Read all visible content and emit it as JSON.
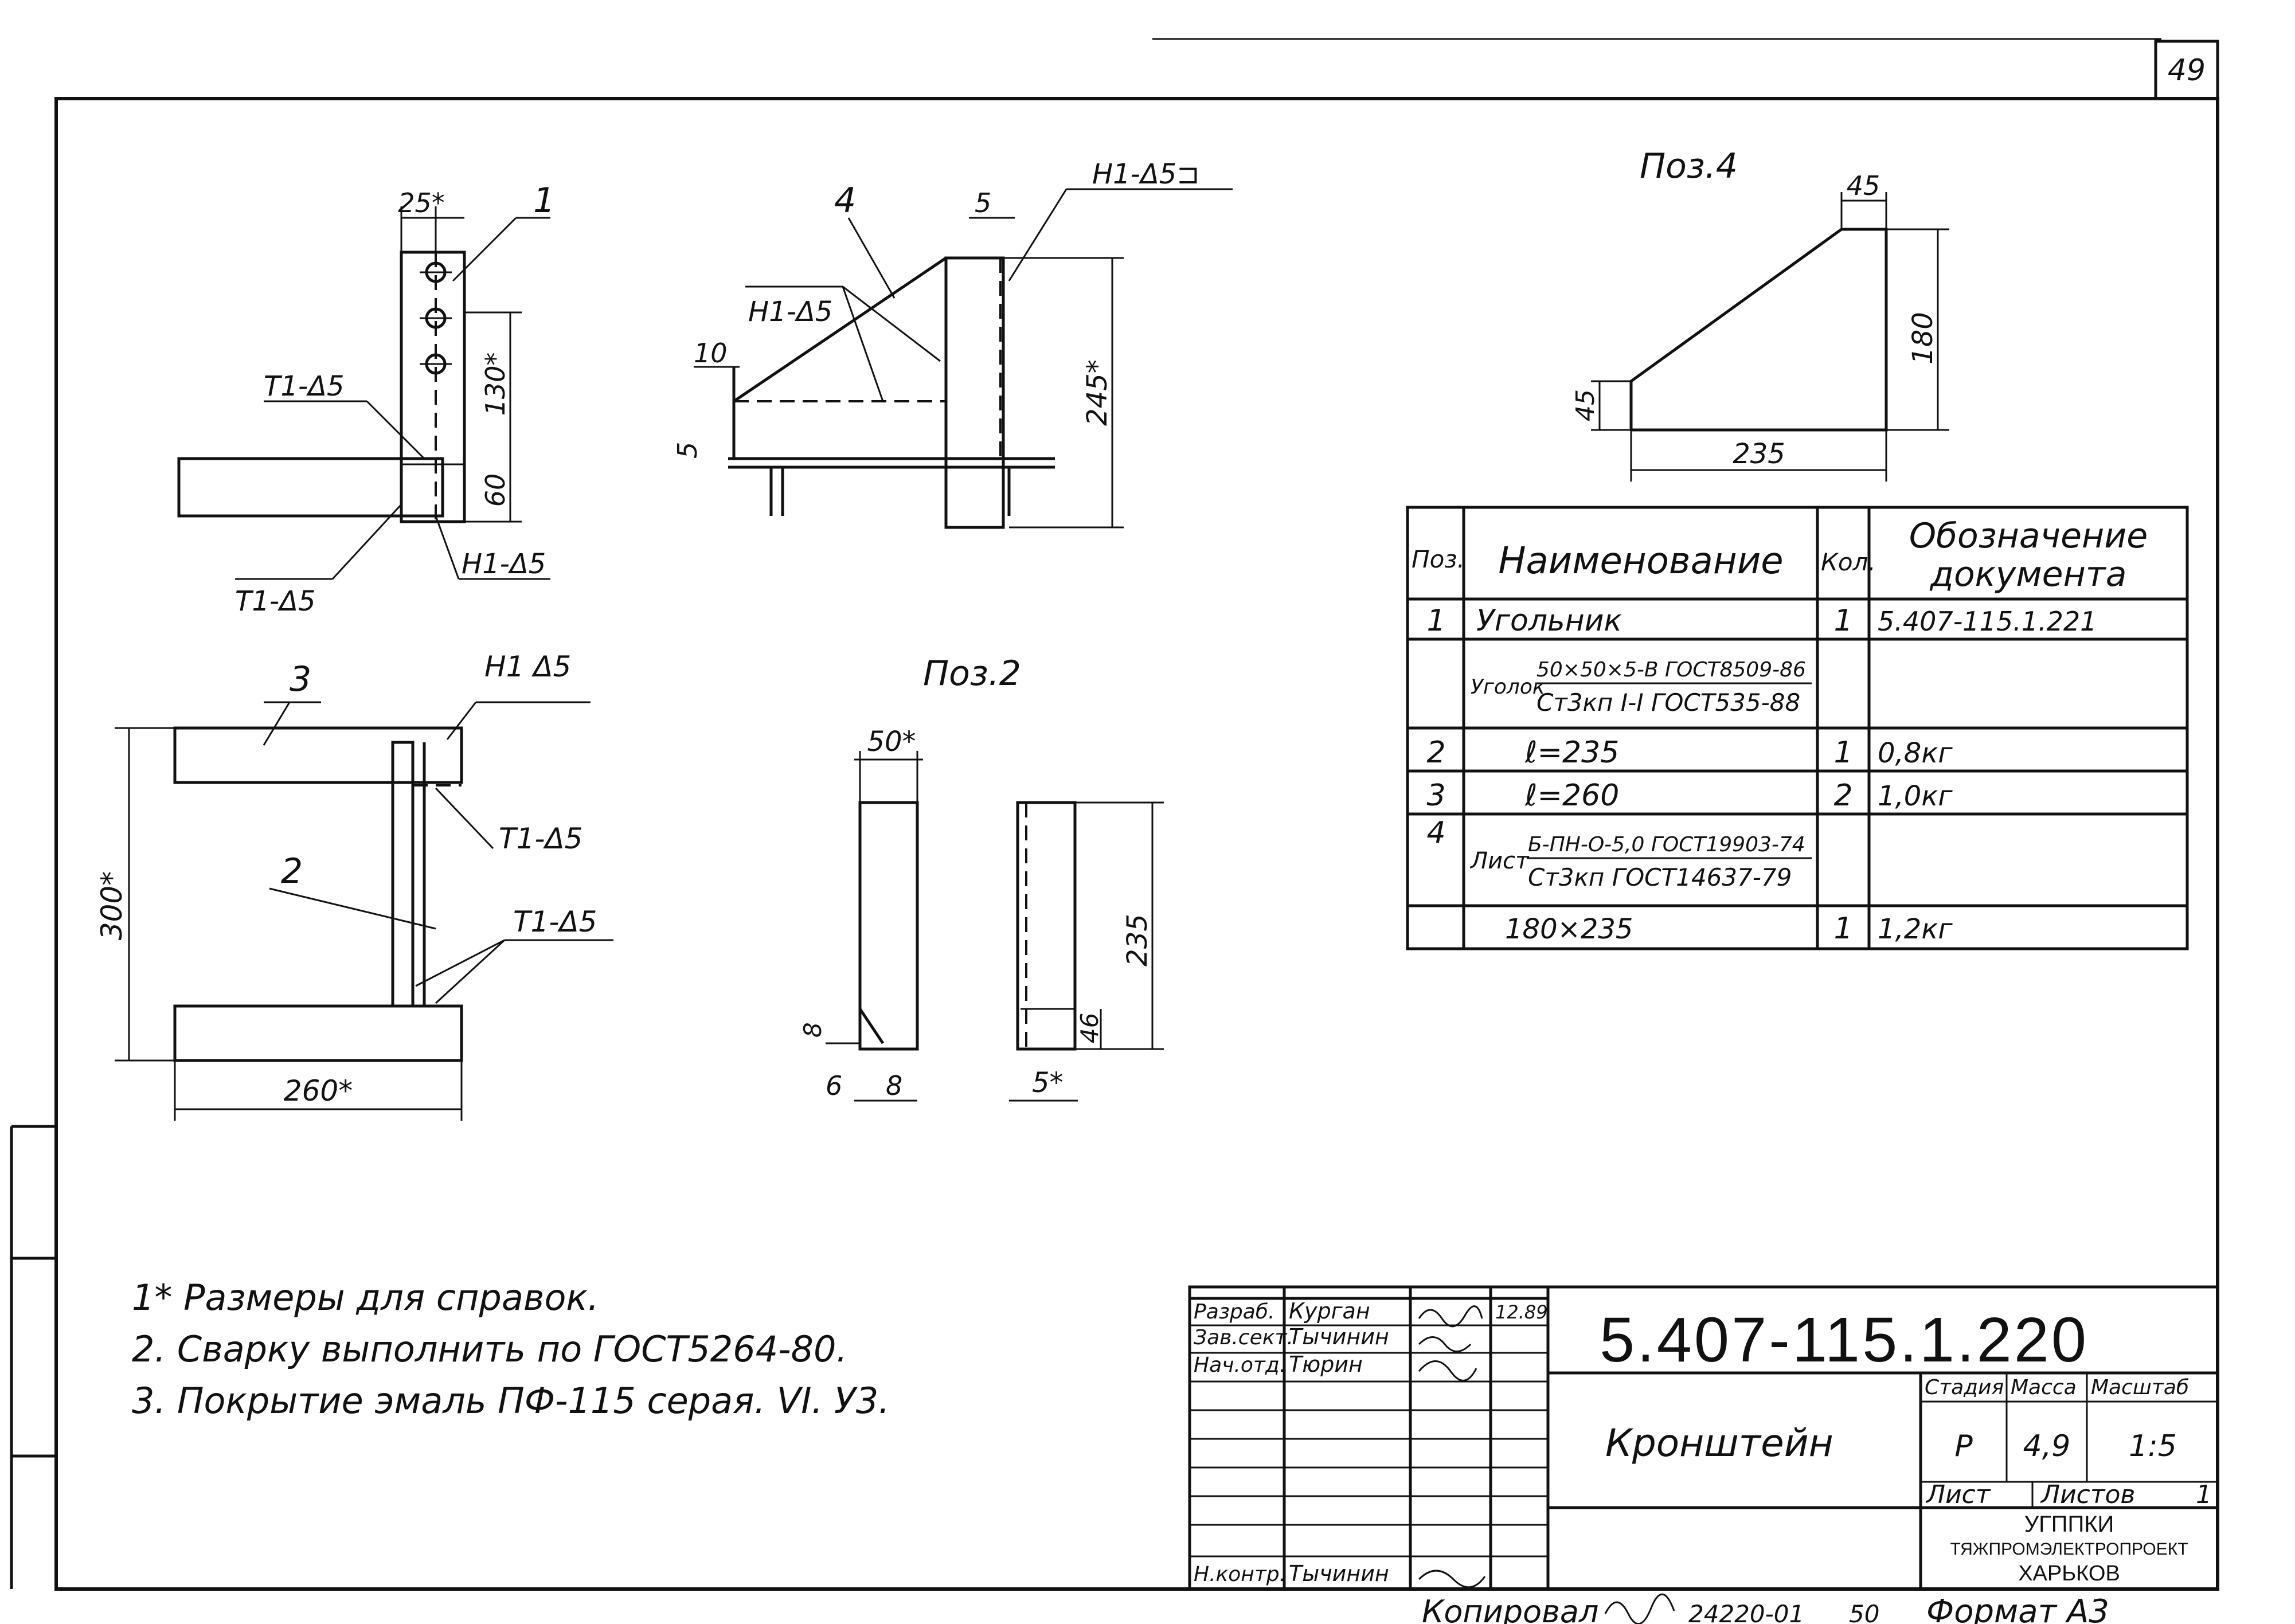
{
  "sheet_number": "49",
  "drawing_number": "5.407-115.1.220",
  "item_title": "Кронштейн",
  "labels": {
    "pos4_title": "Поз.4",
    "pos2_title": "Поз.2",
    "pos1": "1",
    "pos2": "2",
    "pos3": "3",
    "pos4": "4",
    "weld_t1": "Т1-Δ5",
    "weld_h1": "Н1-Δ5",
    "weld_h1_open": "Н1 Δ5",
    "weld_h1_box": "Н1-Δ5⊐"
  },
  "dimensions": {
    "d25": "25*",
    "d130": "130*",
    "d60": "60",
    "d5a": "5",
    "d10": "10",
    "d5b": "5",
    "d245": "245*",
    "d300": "300*",
    "d260": "260*",
    "d50": "50*",
    "d235v": "235",
    "d8": "8",
    "d6": "6",
    "d8b": "8",
    "d46": "46",
    "d5star": "5*",
    "p4_45top": "45",
    "p4_180": "180",
    "p4_45left": "45",
    "p4_235": "235"
  },
  "bom": {
    "headers": {
      "pos": "Поз.",
      "name": "Наименование",
      "qty": "Кол.",
      "doc_line1": "Обозначение",
      "doc_line2": "документа"
    },
    "rows": [
      {
        "pos": "1",
        "name": "Угольник",
        "qty": "1",
        "doc": "5.407-115.1.221"
      },
      {
        "prefix": "Уголок",
        "line1": "50×50×5-В ГОСТ8509-86",
        "line2": "Ст3кп I-I ГОСТ535-88"
      },
      {
        "pos": "2",
        "name": "ℓ=235",
        "qty": "1",
        "doc": "0,8кг"
      },
      {
        "pos": "3",
        "name": "ℓ=260",
        "qty": "2",
        "doc": "1,0кг"
      },
      {
        "pos": "4",
        "prefix": "Лист",
        "line1": "Б-ПН-О-5,0 ГОСТ19903-74",
        "line2": "Ст3кп ГОСТ14637-79"
      },
      {
        "name": "180×235",
        "qty": "1",
        "doc": "1,2кг"
      }
    ]
  },
  "notes": [
    "1* Размеры для справок.",
    "2. Сварку выполнить по ГОСТ5264-80.",
    "3. Покрытие эмаль ПФ-115 серая. VI. У3."
  ],
  "title_block": {
    "people": [
      {
        "role": "Разраб.",
        "name": "Курган",
        "date": "12.89"
      },
      {
        "role": "Зав.сект.",
        "name": "Тычинин"
      },
      {
        "role": "Нач.отд.",
        "name": "Тюрин"
      },
      {
        "role": "Н.контр.",
        "name": "Тычинин"
      }
    ],
    "stage_label": "Стадия",
    "mass_label": "Масса",
    "scale_label": "Масштаб",
    "stage": "Р",
    "mass": "4,9",
    "scale": "1:5",
    "sheet_label": "Лист",
    "sheets_label": "Листов",
    "sheets": "1",
    "org_line1": "УГППКИ",
    "org_line2": "ТЯЖПРОМЭЛЕКТРОПРОЕКТ",
    "org_line3": "ХАРЬКОВ"
  },
  "footer": {
    "copied": "Копировал",
    "order": "24220-01",
    "num": "50",
    "format": "Формат А3"
  }
}
